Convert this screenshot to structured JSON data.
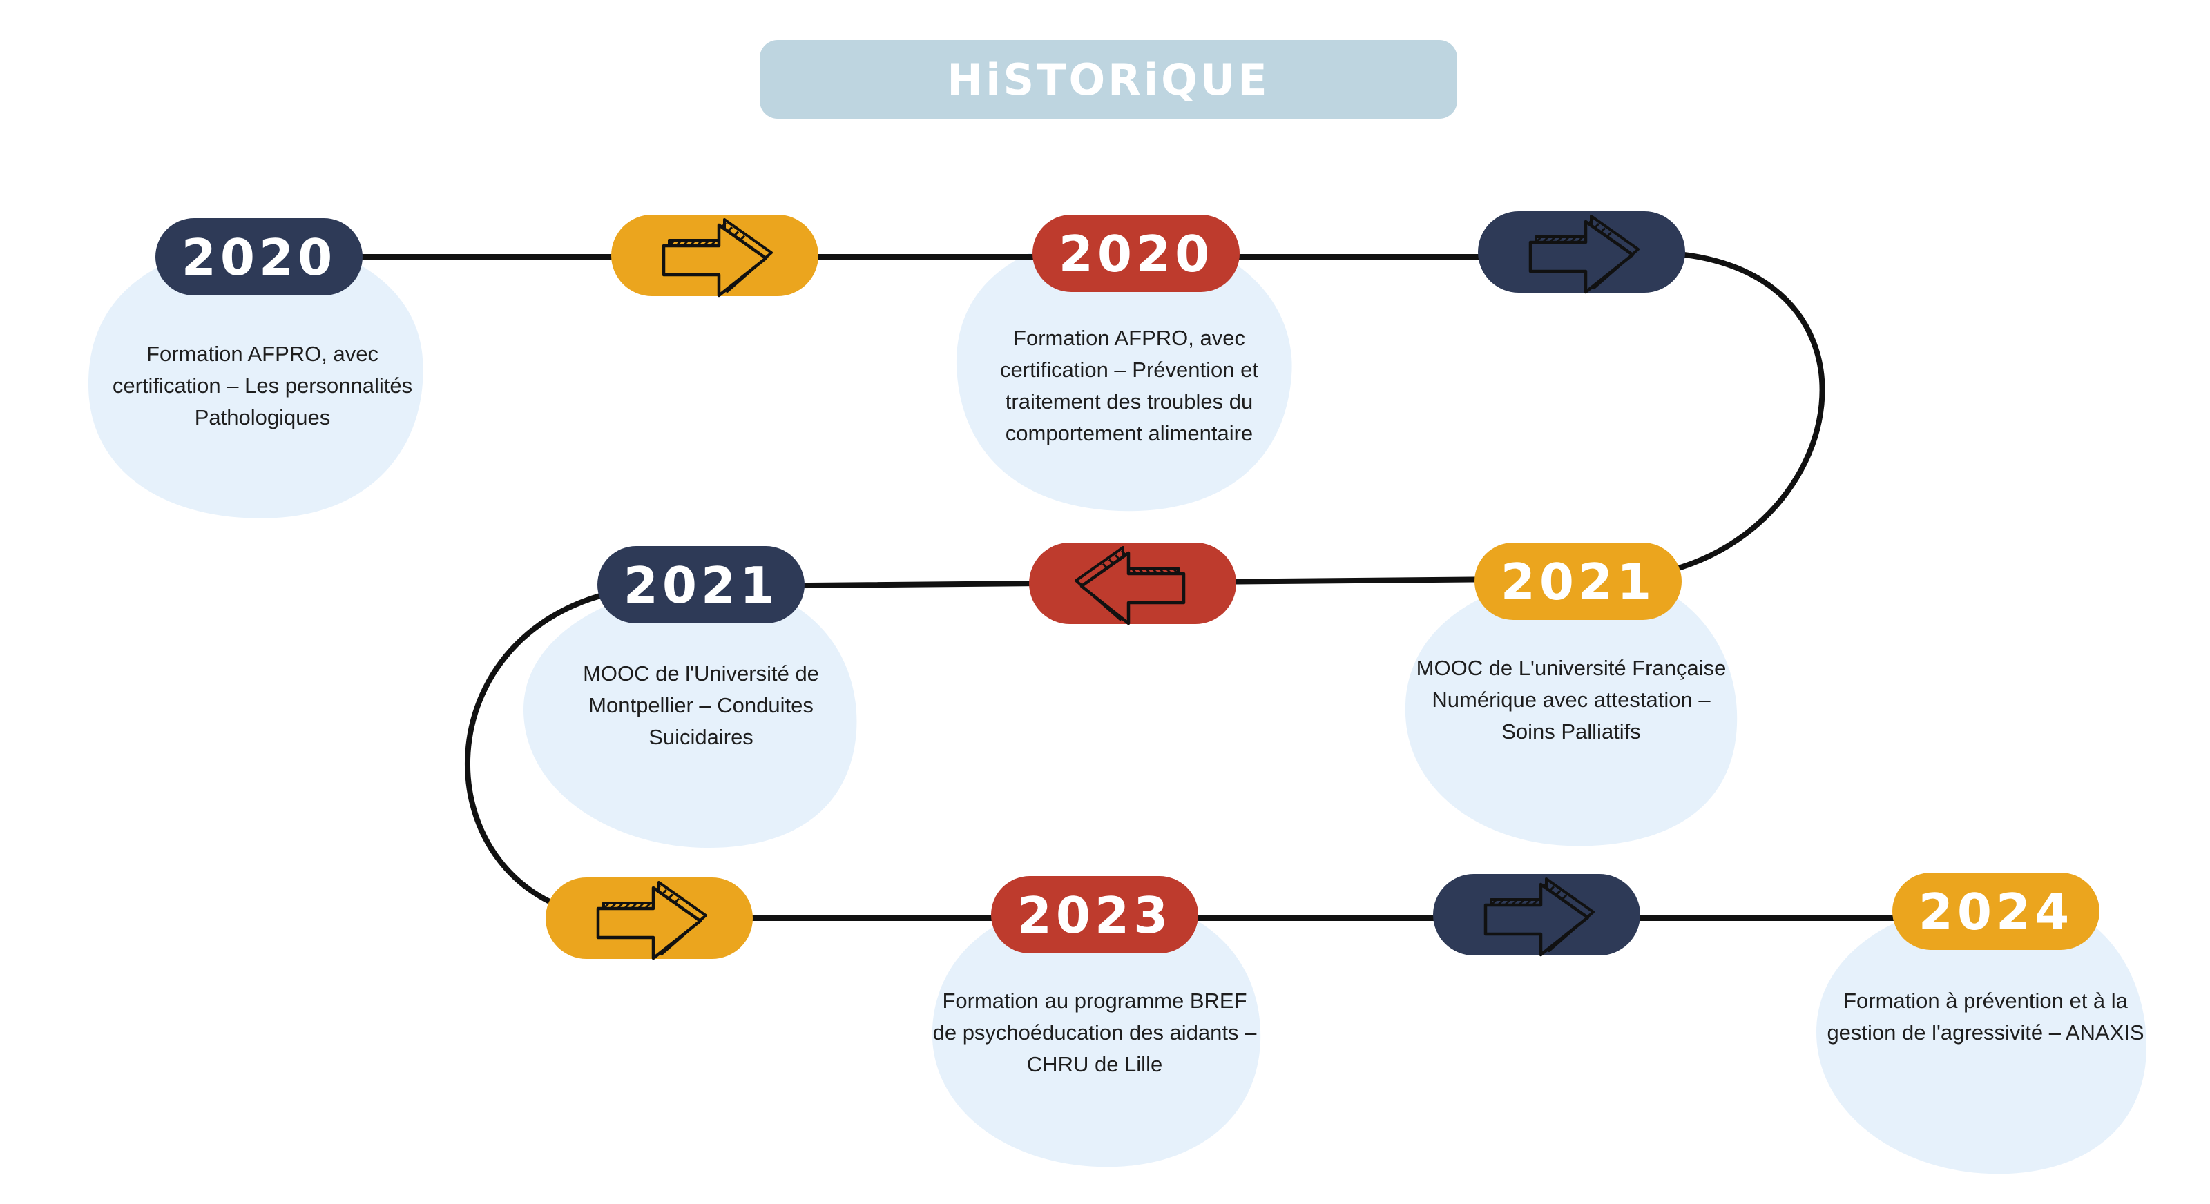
{
  "title": "HiSTORiQUE",
  "colors": {
    "navy": "#2e3a57",
    "orange": "#eba51e",
    "red": "#be3b2d",
    "blob": "#e6f1fb",
    "title_bg": "#bed5e0",
    "line": "#111111"
  },
  "milestones": [
    {
      "year": "2020",
      "description": "Formation AFPRO, avec certification – Les personnalités Pathologiques",
      "color": "navy"
    },
    {
      "year": "2020",
      "description": "Formation AFPRO, avec certification – Prévention et traitement des troubles du comportement alimentaire",
      "color": "red"
    },
    {
      "year": "2021",
      "description": "MOOC de L'université Française Numérique avec attestation – Soins Palliatifs",
      "color": "orange"
    },
    {
      "year": "2021",
      "description": "MOOC de l'Université de Montpellier – Conduites Suicidaires",
      "color": "navy"
    },
    {
      "year": "2023",
      "description": "Formation au programme BREF de psychoéducation des aidants – CHRU de Lille",
      "color": "red"
    },
    {
      "year": "2024",
      "description": "Formation à prévention et à la gestion de l'agressivité – ANAXIS",
      "color": "orange"
    }
  ],
  "connectors": [
    {
      "icon": "arrow-right-icon",
      "color": "orange"
    },
    {
      "icon": "arrow-right-icon",
      "color": "navy"
    },
    {
      "icon": "arrow-left-icon",
      "color": "red"
    },
    {
      "icon": "arrow-right-icon",
      "color": "orange"
    },
    {
      "icon": "arrow-right-icon",
      "color": "navy"
    }
  ]
}
